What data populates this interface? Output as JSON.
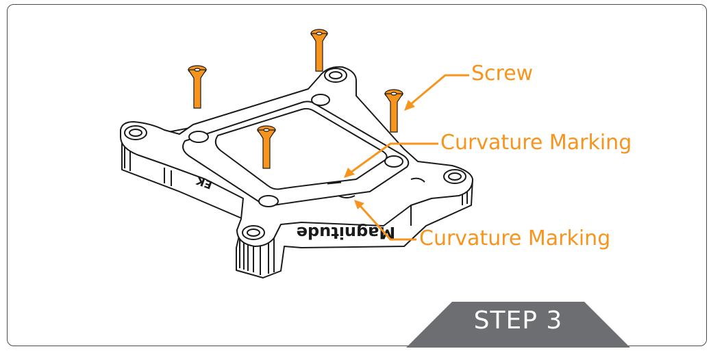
{
  "callouts": {
    "screw": "Screw",
    "curvature_top": "Curvature Marking",
    "curvature_bottom": "Curvature Marking"
  },
  "plate": {
    "brand_text": "Magnitude",
    "logo_text": "EK"
  },
  "step": {
    "label": "STEP 3"
  },
  "colors": {
    "accent": "#f7941d",
    "outline": "#1a1a1a",
    "banner": "#6d6e71"
  }
}
